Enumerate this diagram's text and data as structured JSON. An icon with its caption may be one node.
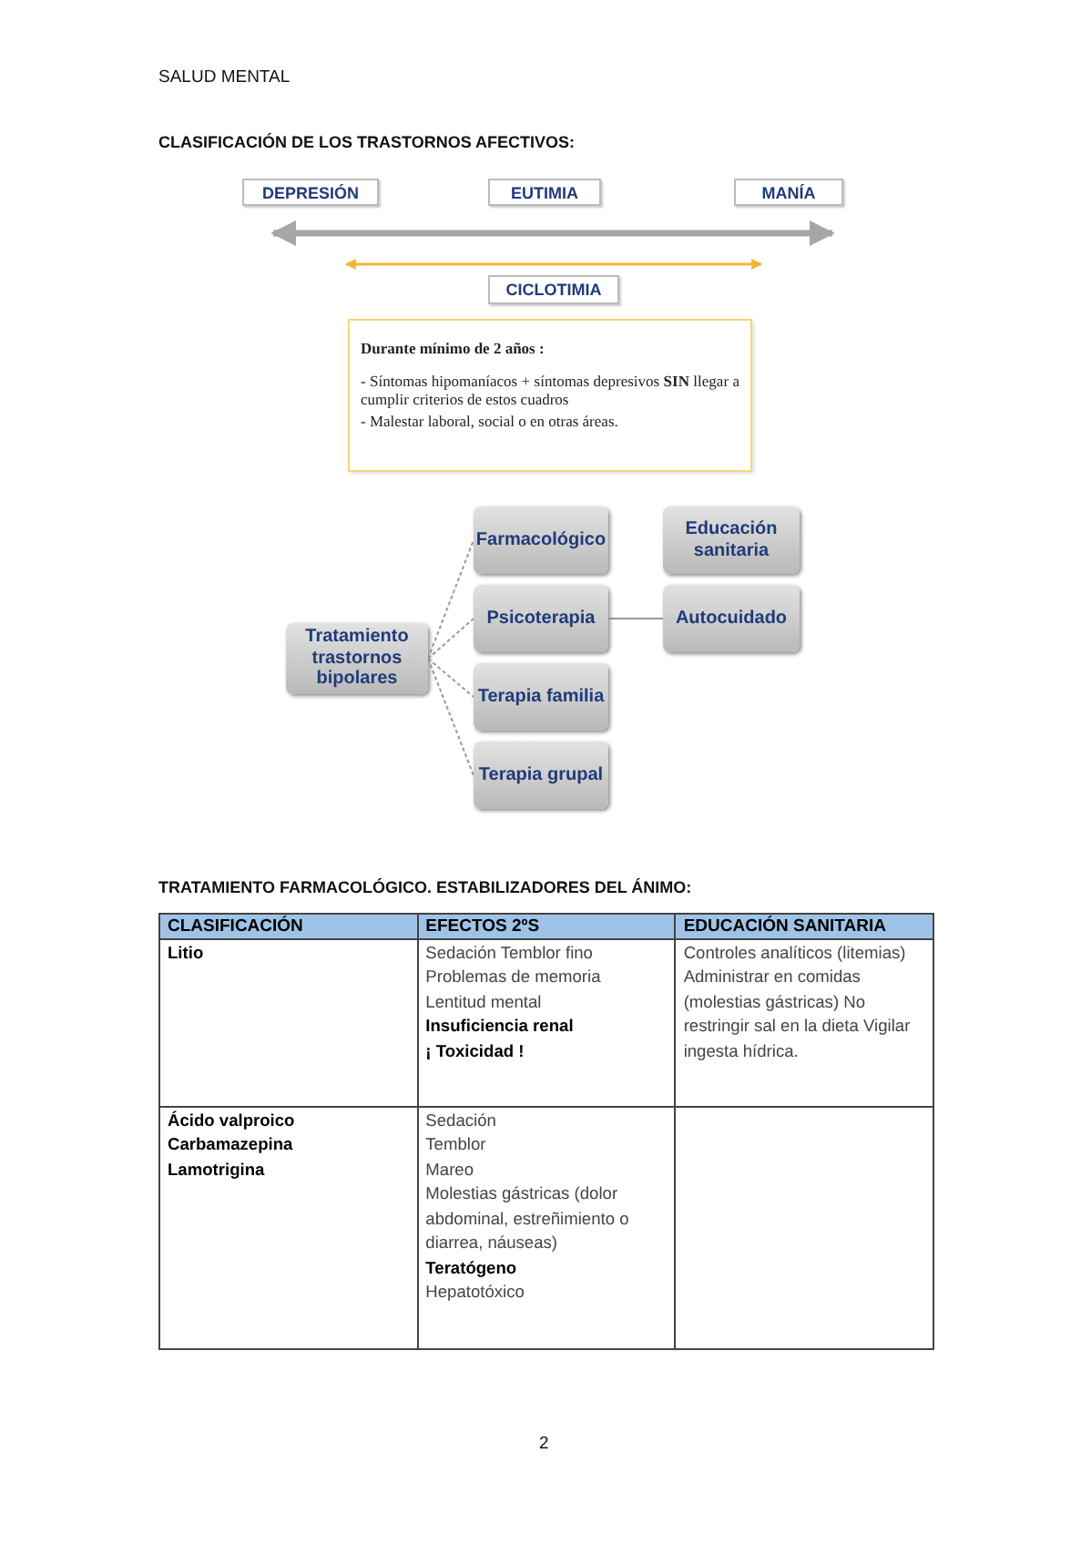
{
  "diagram": {
    "nodes": [
      {
        "text": [
          "DEPRESIÓN"
        ]
      },
      {
        "text": [
          "EUTIMIA"
        ]
      },
      {
        "text": [
          "MANÍA"
        ]
      },
      {
        "text": [
          "CICLOTIMIA"
        ]
      },
      {
        "text": [
          "Durante mínimo de 2 años :",
          "- Síntomas hipomaníacos + síntomas depresivos **SIN** llegar a cumplir criterios de estos cuadros",
          "- Malestar laboral, social o en otras áreas."
        ]
      },
      {
        "text": [
          "Tratamiento trastornos bipolares"
        ]
      },
      {
        "text": [
          "Farmacológico"
        ]
      },
      {
        "text": [
          "Educación sanitaria"
        ]
      },
      {
        "text": [
          "Psicoterapia"
        ]
      },
      {
        "text": [
          "Autocuidado"
        ]
      },
      {
        "text": [
          "Terapia familia"
        ]
      },
      {
        "text": [
          "Terapia grupal"
        ]
      }
    ],
    "edges": [
      {
        "from": 0,
        "to": 2,
        "arrow": "both",
        "style": "thick",
        "color": "#a6a6a6"
      },
      {
        "from": 5,
        "to": 6,
        "arrow": "none",
        "style": "dashed"
      },
      {
        "from": 5,
        "to": 8,
        "arrow": "none",
        "style": "dashed"
      },
      {
        "from": 5,
        "to": 10,
        "arrow": "none",
        "style": "dashed"
      },
      {
        "from": 5,
        "to": 11,
        "arrow": "none",
        "style": "dashed"
      },
      {
        "from": 8,
        "to": 9,
        "arrow": "none"
      }
    ],
    "labels": [
      "SALUD MENTAL",
      "CLASIFICACIÓN DE LOS TRASTORNOS AFECTIVOS:",
      "TRATAMIENTO FARMACOLÓGICO. ESTABILIZADORES DEL ÁNIMO:",
      "CLASIFICACIÓN",
      "EFECTOS 2ºS",
      "EDUCACIÓN SANITARIA",
      "Litio",
      "Sedación Temblor fino",
      "Problemas de memoria",
      "Lentitud mental",
      "Insuficiencia renal",
      "¡ Toxicidad !",
      "Controles analíticos (litemias) Administrar en comidas (molestias gástricas) No restringir sal en la dieta Vigilar ingesta hídrica.",
      "Ácido valproico",
      "Carbamazepina",
      "Lamotrigina",
      "Sedación",
      "Temblor",
      "Mareo",
      "Molestias gástricas (dolor abdominal, estreñimiento o diarrea, náuseas)",
      "Teratógeno",
      "Hepatotóxico",
      "2"
    ]
  }
}
